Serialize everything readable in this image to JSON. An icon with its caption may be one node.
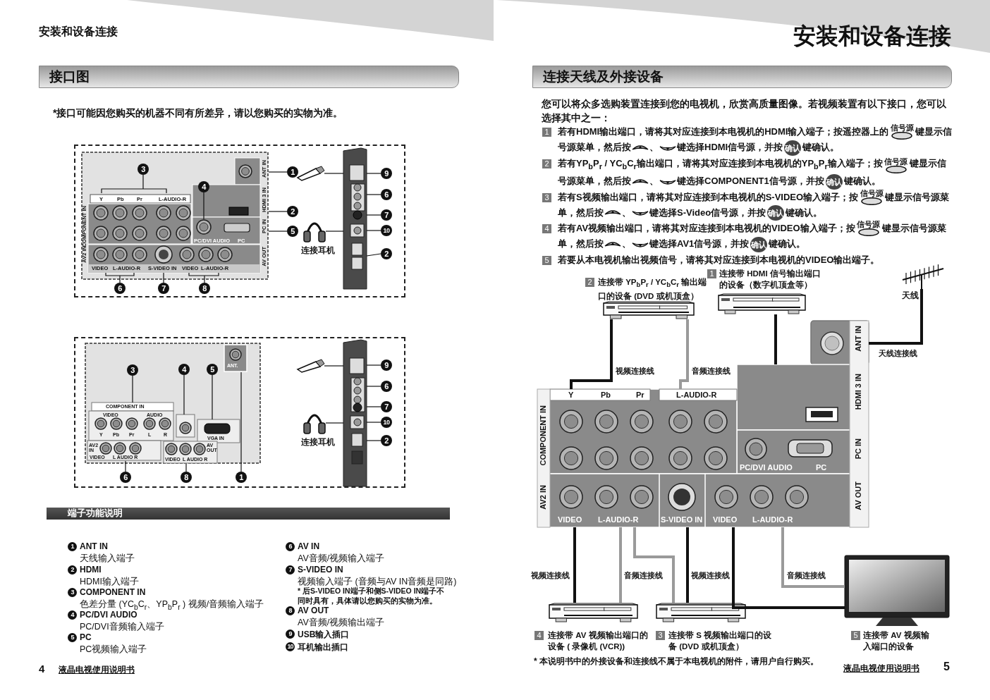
{
  "diagram": {
    "title": "安装和设备连接",
    "nodes": [
      {
        "text": [
          "接口图"
        ]
      },
      {
        "text": [],
        "shape": "box"
      },
      {
        "text": [],
        "shape": "picture",
        "in": 1
      },
      {
        "text": [
          "3"
        ],
        "in": 2
      },
      {
        "text": [
          "1"
        ],
        "in": 1
      },
      {
        "text": [
          "4"
        ],
        "in": 2
      },
      {
        "text": [
          "2"
        ],
        "in": 1
      },
      {
        "text": [
          "5"
        ],
        "in": 1
      },
      {
        "text": [
          "6"
        ],
        "in": 1
      },
      {
        "text": [
          "7"
        ],
        "in": 1
      },
      {
        "text": [
          "8"
        ],
        "in": 1
      },
      {
        "text": [],
        "shape": "picture",
        "in": 1
      },
      {
        "text": [],
        "shape": "picture",
        "in": 1,
        "beside": [
          "连接耳机"
        ]
      },
      {
        "text": [],
        "shape": "picture",
        "in": 1
      },
      {
        "text": [
          "9"
        ],
        "in": 1
      },
      {
        "text": [
          "6"
        ],
        "in": 1
      },
      {
        "text": [
          "7"
        ],
        "in": 1
      },
      {
        "text": [
          "10"
        ],
        "in": 1
      },
      {
        "text": [
          "2"
        ],
        "in": 1
      },
      {
        "text": [],
        "shape": "box"
      },
      {
        "text": [],
        "shape": "picture",
        "in": 19
      },
      {
        "text": [
          "3"
        ],
        "in": 20
      },
      {
        "text": [
          "4"
        ],
        "in": 20
      },
      {
        "text": [
          "5"
        ],
        "in": 20
      },
      {
        "text": [
          "1"
        ],
        "in": 19
      },
      {
        "text": [
          "6"
        ],
        "in": 19
      },
      {
        "text": [
          "8"
        ],
        "in": 19
      },
      {
        "text": [],
        "shape": "picture",
        "in": 19
      },
      {
        "text": [],
        "shape": "picture",
        "in": 19,
        "beside": [
          "连接耳机"
        ]
      },
      {
        "text": [],
        "shape": "picture",
        "in": 19
      },
      {
        "text": [
          "9"
        ],
        "in": 19
      },
      {
        "text": [
          "6"
        ],
        "in": 19
      },
      {
        "text": [
          "7"
        ],
        "in": 19
      },
      {
        "text": [
          "10"
        ],
        "in": 19
      },
      {
        "text": [
          "2"
        ],
        "in": 19
      },
      {
        "text": [
          "端子功能说明"
        ]
      },
      {
        "text": [
          "连接天线及外接设备"
        ]
      },
      {
        "text": [],
        "shape": "picture",
        "beside": [
          "1",
          "连接带 HDMI 信号输出端口的设备（数字机顶盒等）"
        ]
      },
      {
        "text": [],
        "shape": "picture",
        "beside": [
          "2",
          "连接带 YP$_{b}$P$_{r}$ / YC$_{b}$C$_{r}$ 输出端口的设备 (DVD 或机顶盒）"
        ]
      },
      {
        "text": [],
        "shape": "picture",
        "beside": [
          "天线"
        ]
      },
      {
        "text": [],
        "shape": "picture"
      },
      {
        "text": [],
        "shape": "picture",
        "beside": [
          "4",
          "连接带 AV 视频输出端口的设备 ( 录像机 (VCR))"
        ]
      },
      {
        "text": [],
        "shape": "picture",
        "beside": [
          "3",
          "连接带 S 视频输出端口的设备 (DVD 或机顶盒）"
        ]
      },
      {
        "text": [],
        "shape": "picture",
        "beside": [
          "5",
          "连接带 AV 视频输入端口的设备"
        ]
      }
    ],
    "edges": [
      {
        "from": 3,
        "to": 2,
        "arrow": "none"
      },
      {
        "from": 4,
        "to": 2,
        "arrow": "none"
      },
      {
        "from": 5,
        "to": 2,
        "arrow": "none"
      },
      {
        "from": 6,
        "to": 2,
        "arrow": "none"
      },
      {
        "from": 7,
        "to": 2,
        "arrow": "none"
      },
      {
        "from": 8,
        "to": 2,
        "arrow": "none"
      },
      {
        "from": 9,
        "to": 2,
        "arrow": "none"
      },
      {
        "from": 10,
        "to": 2,
        "arrow": "none"
      },
      {
        "from": 11,
        "to": 13,
        "arrow": "none"
      },
      {
        "from": 12,
        "to": 13,
        "arrow": "none"
      },
      {
        "from": 14,
        "to": 13,
        "arrow": "none"
      },
      {
        "from": 15,
        "to": 13,
        "arrow": "none"
      },
      {
        "from": 16,
        "to": 13,
        "arrow": "none"
      },
      {
        "from": 17,
        "to": 13,
        "arrow": "none"
      },
      {
        "from": 18,
        "to": 13,
        "arrow": "none"
      },
      {
        "from": 21,
        "to": 20,
        "arrow": "none"
      },
      {
        "from": 22,
        "to": 20,
        "arrow": "none"
      },
      {
        "from": 23,
        "to": 20,
        "arrow": "none"
      },
      {
        "from": 24,
        "to": 20,
        "arrow": "none"
      },
      {
        "from": 25,
        "to": 20,
        "arrow": "none"
      },
      {
        "from": 26,
        "to": 20,
        "arrow": "none"
      },
      {
        "from": 27,
        "to": 29,
        "arrow": "none"
      },
      {
        "from": 28,
        "to": 29,
        "arrow": "none"
      },
      {
        "from": 30,
        "to": 29,
        "arrow": "none"
      },
      {
        "from": 31,
        "to": 29,
        "arrow": "none"
      },
      {
        "from": 32,
        "to": 29,
        "arrow": "none"
      },
      {
        "from": 33,
        "to": 29,
        "arrow": "none"
      },
      {
        "from": 34,
        "to": 29,
        "arrow": "none"
      },
      {
        "from": 37,
        "to": 40,
        "arrow": "none",
        "style": "thick"
      },
      {
        "from": 38,
        "to": 40,
        "arrow": "none",
        "style": "thick",
        "label": "视频连接线"
      },
      {
        "from": 38,
        "to": 40,
        "arrow": "none",
        "style": "thick",
        "color": "#9a9a9a",
        "label": "音频连接线"
      },
      {
        "from": 39,
        "to": 40,
        "arrow": "none",
        "style": "thick",
        "label": "天线连接线"
      },
      {
        "from": 41,
        "to": 40,
        "arrow": "none",
        "style": "thick",
        "label": "视频连接线"
      },
      {
        "from": 41,
        "to": 40,
        "arrow": "none",
        "style": "thick",
        "color": "#9a9a9a",
        "label": "音频连接线"
      },
      {
        "from": 42,
        "to": 40,
        "arrow": "none",
        "style": "thick",
        "label": "视频连接线"
      },
      {
        "from": 42,
        "to": 40,
        "arrow": "none",
        "style": "thick",
        "color": "#9a9a9a"
      },
      {
        "from": 43,
        "to": 40,
        "arrow": "none",
        "style": "thick"
      },
      {
        "from": 43,
        "to": 40,
        "arrow": "none",
        "style": "thick",
        "color": "#9a9a9a",
        "label": "音频连接线"
      }
    ],
    "labels": [
      "安装和设备连接",
      "*接口可能因您购买的机器不同有所差异，请以您购买的实物为准。",
      "Y",
      "Pb",
      "Pr",
      "L-AUDIO-R",
      "COMPONENT IN",
      "ANT IN",
      "HDMI 3 IN",
      "PC IN",
      "PC/DVI AUDIO",
      "PC",
      "AV2 IN",
      "VIDEO",
      "L-AUDIO-R",
      "S-VIDEO IN",
      "VIDEO",
      "L-AUDIO-R",
      "AV OUT",
      "ANT.",
      "COMPONENT IN",
      "VIDEO",
      "AUDIO",
      "Y",
      "Pb",
      "Pr",
      "L",
      "R",
      "VGA IN",
      "AV2 IN",
      "VIDEO",
      "L AUDIO R",
      "AV OUT",
      "VIDEO",
      "L AUDIO R",
      "1",
      "ANT IN",
      "天线输入端子",
      "2",
      "HDMI",
      "HDMI输入端子",
      "3",
      "COMPONENT IN",
      "色差分量 (YC$_{b}$C$_{r}$、YP$_{b}$P$_{r}$ ) 视频/音频输入端子",
      "4",
      "PC/DVI AUDIO",
      "PC/DVI音频输入端子",
      "5",
      "PC",
      "PC视频输入端子",
      "6",
      "AV IN",
      "AV音频/视频输入端子",
      "7",
      "S-VIDEO IN",
      "视频输入端子 (音频与AV IN音频是同路)",
      "* 后S-VIDEO IN端子和侧S-VIDEO IN端子不同时具有，具体请以您购买的实物为准。",
      "8",
      "AV OUT",
      "AV音频/视频输出端子",
      "9",
      "USB输入插口",
      "10",
      "耳机输出插口",
      "4",
      "液晶电视使用说明书",
      "您可以将众多选购装置连接到您的电视机，欣赏高质量图像。若视频装置有以下接口，您可以选择其中之一：",
      "1",
      "若有HDMI输出端口，请将其对应连接到本电视机的HDMI输入端子；按遥控器上的",
      "信号源",
      "键显示信号源菜单，然后按",
      "、",
      "键选择HDMI信号源，并按",
      "确认",
      "键确认。",
      "2",
      "若有YP$_{b}$P$_{r}$ / YC$_{b}$C$_{r}$输出端口，请将其对应连接到本电视机的YP$_{b}$P$_{r}$输入端子；按",
      "信号源",
      "键显示信号源菜单，然后按",
      "、",
      "键选择COMPONENT1信号源，并按",
      "确认",
      "键确认。",
      "3",
      "若有S视频输出端口，请将其对应连接到本电视机的S-VIDEO输入端子；按",
      "信号源",
      "键显示信号源菜单，然后按",
      "、",
      "键选择S-Video信号源，并按",
      "确认",
      "键确认。",
      "4",
      "若有AV视频输出端口，请将其对应连接到本电视机的VIDEO输入端子；按",
      "信号源",
      "键显示信号源菜单，然后按",
      "、",
      "键选择AV1信号源，并按",
      "确认",
      "键确认。",
      "5",
      "若要从本电视机输出视频信号，请将其对应连接到本电视机的VIDEO输出端子。",
      "ANT IN",
      "Y",
      "Pb",
      "Pr",
      "L-AUDIO-R",
      "HDMI 3 IN",
      "COMPONENT IN",
      "PC/DVI AUDIO",
      "PC",
      "PC IN",
      "AV2 IN",
      "AV OUT",
      "VIDEO",
      "L-AUDIO-R",
      "S-VIDEO IN",
      "VIDEO",
      "L-AUDIO-R",
      "* 本说明书中的外接设备和连接线不属于本电视机的附件，请用户自行购买。",
      "液晶电视使用说明书",
      "5"
    ]
  }
}
